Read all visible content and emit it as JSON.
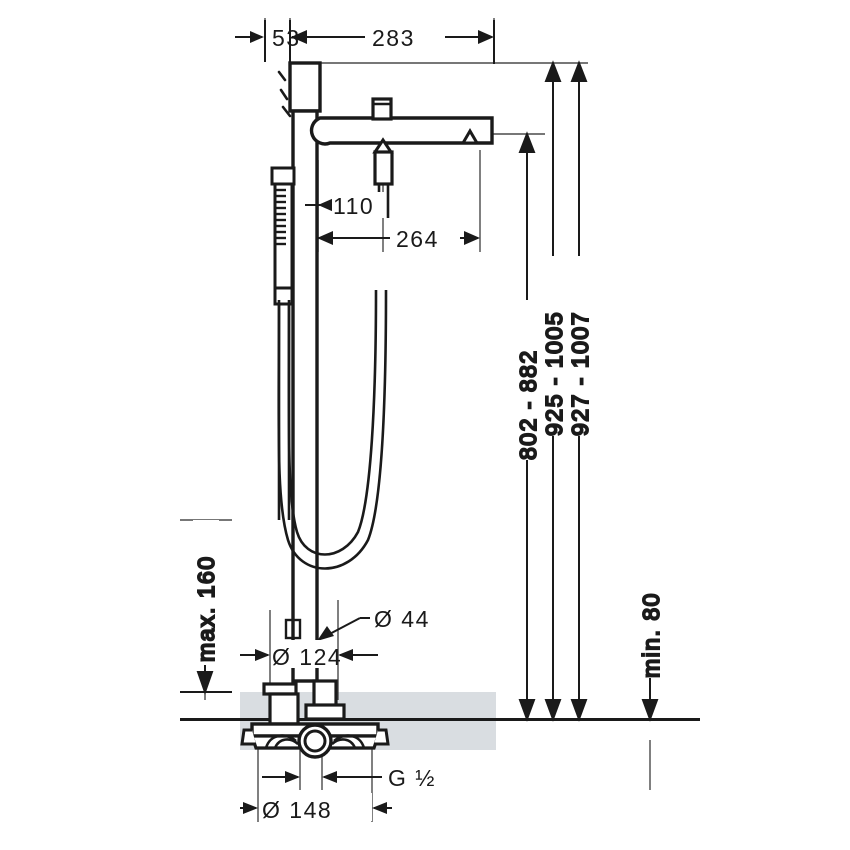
{
  "drawing": {
    "type": "technical-dimension-drawing",
    "subject": "floor-standing bath mixer with handshower",
    "units": "mm",
    "colors": {
      "line": "#1a1a1a",
      "fill": "#ffffff",
      "floor_shade": "#d9dde1",
      "background": "#ffffff"
    },
    "dimensions": {
      "top_left": "53",
      "top_main": "283",
      "handle_offset": "110",
      "spout_reach": "264",
      "height_1": "802 - 882",
      "height_2": "925 - 1005",
      "height_3": "927 - 1007",
      "min_clearance": "min. 80",
      "max_height": "max. 160",
      "pipe_diameter": "Ø 44",
      "base_cover_diameter": "Ø 124",
      "base_plate_diameter": "Ø 148",
      "connection_thread": "G ½"
    }
  }
}
